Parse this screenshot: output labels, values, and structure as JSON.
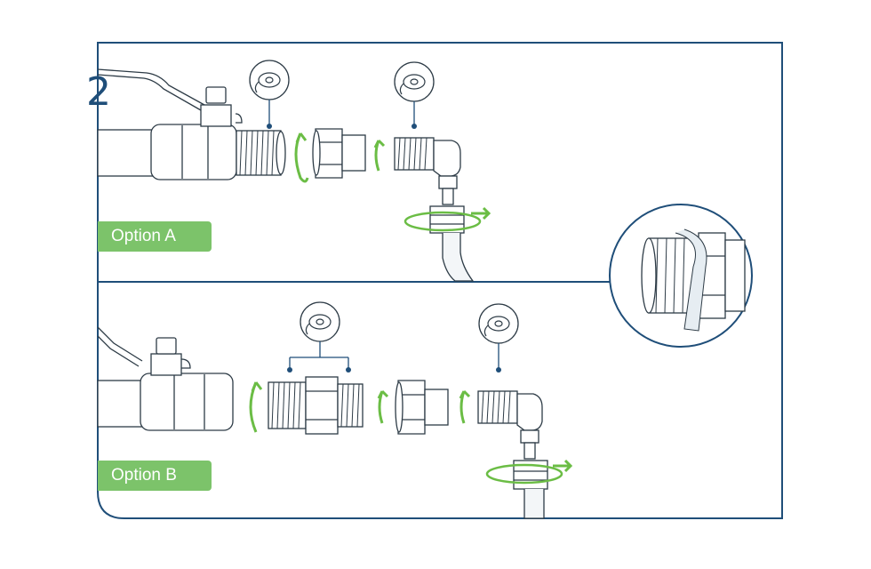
{
  "step": {
    "number": "2"
  },
  "options": [
    {
      "label": "Option A"
    },
    {
      "label": "Option B"
    }
  ],
  "colors": {
    "frame": "#1f4e79",
    "label_bg": "#7cc36a",
    "arrow": "#6bbd45",
    "part_stroke": "#2d3b46"
  },
  "icons": [
    "thread-seal-tape-icon",
    "rotation-arrow-icon",
    "ball-valve-icon",
    "elbow-fitting-icon",
    "hex-nipple-icon",
    "coupling-nut-icon",
    "magnifier-detail-icon"
  ]
}
